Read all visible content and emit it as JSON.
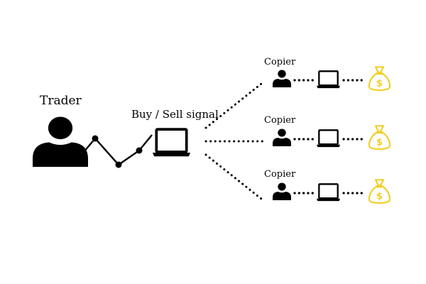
{
  "trader": {
    "label": "Trader"
  },
  "signal": {
    "label": "Buy / Sell signal"
  },
  "copiers": [
    {
      "label": "Copier"
    },
    {
      "label": "Copier"
    },
    {
      "label": "Copier"
    }
  ],
  "icons": {
    "trader": "person-icon",
    "signal_device": "laptop-icon",
    "copier": "person-icon",
    "copier_device": "laptop-icon",
    "profit": "money-bag-icon"
  },
  "colors": {
    "foreground": "#000000",
    "money": "#f2cf2a",
    "background": "#ffffff"
  }
}
